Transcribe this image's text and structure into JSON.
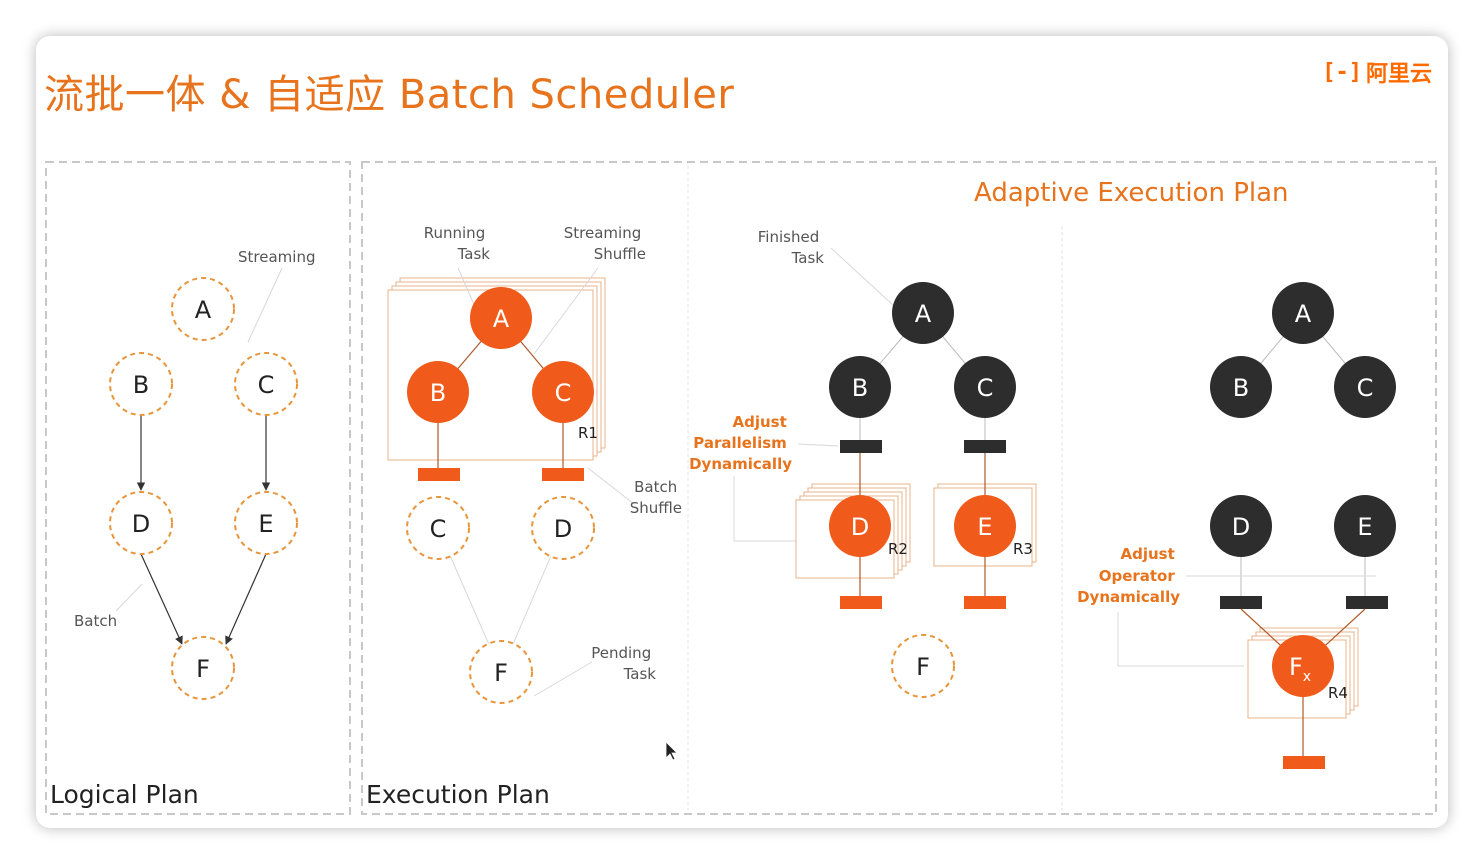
{
  "title": "流批一体 & 自适应 Batch Scheduler",
  "logo": {
    "mark": "[-]",
    "text": "阿里云"
  },
  "panels": {
    "logical": {
      "label": "Logical Plan"
    },
    "execution": {
      "label": "Execution Plan"
    },
    "adaptive": {
      "label": "Adaptive Execution Plan"
    }
  },
  "nodes": {
    "A": "A",
    "B": "B",
    "C": "C",
    "D": "D",
    "E": "E",
    "F": "F",
    "Fx": "F",
    "Fx_sub": "x"
  },
  "regions": {
    "R1": "R1",
    "R2": "R2",
    "R3": "R3",
    "R4": "R4"
  },
  "annotations": {
    "streaming": "Streaming",
    "batch": "Batch",
    "running_task": [
      "Running",
      "Task"
    ],
    "streaming_shuffle": [
      "Streaming",
      "Shuffle"
    ],
    "batch_shuffle": [
      "Batch",
      "Shuffle"
    ],
    "pending_task": [
      "Pending",
      "Task"
    ],
    "finished_task": [
      "Finished",
      "Task"
    ],
    "adjust_parallelism": [
      "Adjust",
      "Parallelism",
      "Dynamically"
    ],
    "adjust_operator": [
      "Adjust",
      "Operator",
      "Dynamically"
    ]
  },
  "colors": {
    "accent": "#e8731d",
    "orange_node": "#f05a1a",
    "dark_node": "#2d2d2d",
    "dashed_node": "#e8943a",
    "bar_orange": "#f05a1a",
    "bar_dark": "#2d2d2d"
  }
}
